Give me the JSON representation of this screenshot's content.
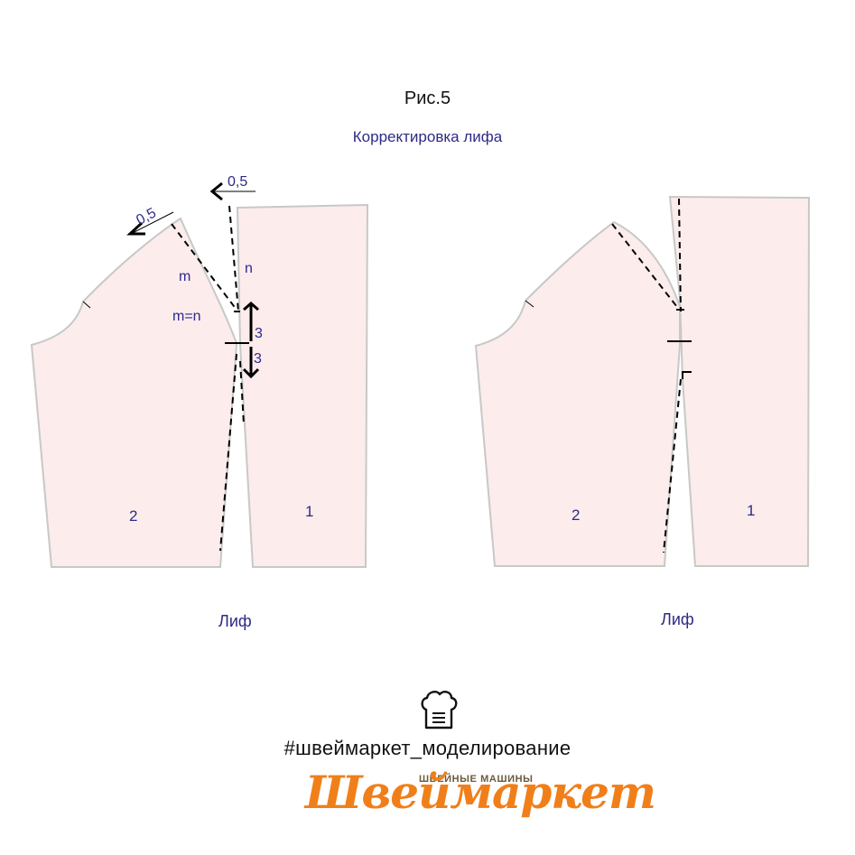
{
  "title": "Рис.5",
  "subtitle": "Корректировка лифа",
  "left_diagram": {
    "caption": "Лиф",
    "piece_front_label": "2",
    "piece_back_label": "1",
    "label_m": "m",
    "label_n": "n",
    "label_m_eq_n": "m=n",
    "shift_left_1": "0,5",
    "shift_left_2": "0,5",
    "offset_up": "3",
    "offset_down": "3"
  },
  "right_diagram": {
    "caption": "Лиф",
    "piece_front_label": "2",
    "piece_back_label": "1"
  },
  "footer": {
    "hashtag": "#швеймаркет_моделирование",
    "brand_name": "Швеймаркет",
    "brand_tagline": "ШВЕЙНЫЕ МАШИНЫ",
    "icon": "chef-hat-icon"
  },
  "colors": {
    "piece_fill": "#fcecec",
    "piece_stroke": "#c8c8c8",
    "label_color": "#2d2a87",
    "brand_orange": "#f07f1a"
  }
}
